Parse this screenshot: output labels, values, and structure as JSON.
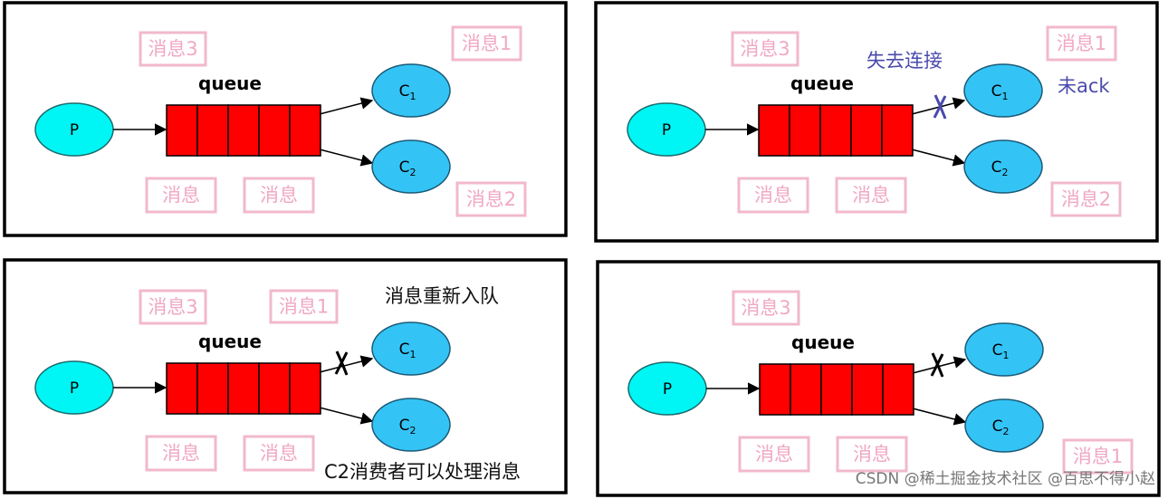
{
  "colors": {
    "panel_border": "#000000",
    "tag_border": "#f2b8cc",
    "tag_text": "#f0a8c4",
    "producer_fill": "#00f5f5",
    "consumer_fill": "#33c4f5",
    "queue_fill": "#ff0000",
    "note_blue": "#4a4aad",
    "note_black": "#111111",
    "watermark": "#777777"
  },
  "labels": {
    "producer": "P",
    "consumer1": "C",
    "consumer2": "C",
    "sub1": "1",
    "sub2": "2",
    "queue": "queue",
    "tag_msg3": "消息3",
    "tag_msg1": "消息1",
    "tag_msg2": "消息2",
    "tag_msg": "消息"
  },
  "panels": [
    {
      "id": "panel-1",
      "notes": []
    },
    {
      "id": "panel-2",
      "notes": [
        {
          "key": "lost-connection",
          "text": "失去连接"
        },
        {
          "key": "not-acked",
          "text": "未ack"
        }
      ]
    },
    {
      "id": "panel-3",
      "notes": [
        {
          "key": "requeue",
          "text": "消息重新入队"
        },
        {
          "key": "c2-can-process",
          "text": "C2消费者可以处理消息"
        }
      ]
    },
    {
      "id": "panel-4",
      "notes": []
    }
  ],
  "watermark": "CSDN @稀土掘金技术社区 @百思不得小赵"
}
